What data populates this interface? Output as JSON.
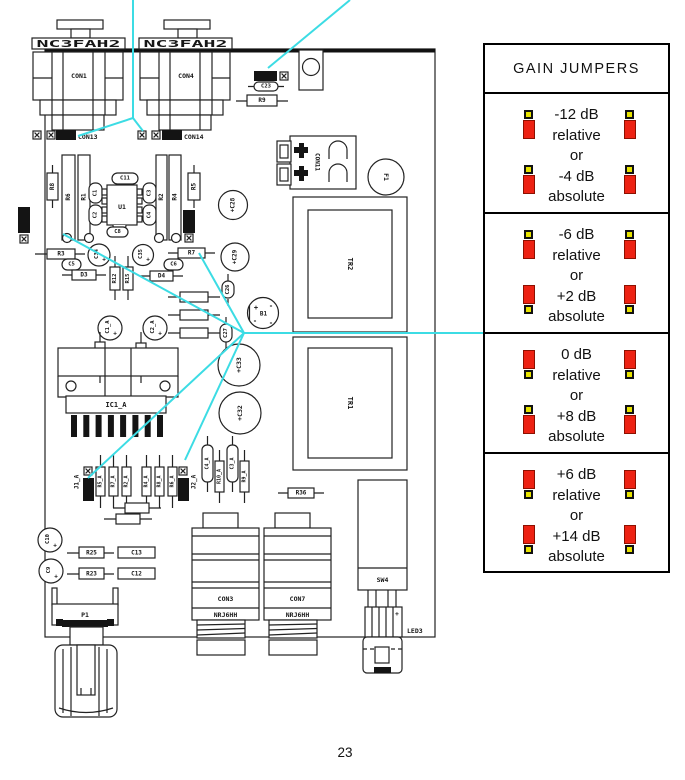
{
  "page": {
    "number": "23"
  },
  "colors": {
    "callout_cyan": "#3cdce4",
    "jumper_red": "#ed2213",
    "pad_yellow": "#e8e400"
  },
  "legend": {
    "title": "GAIN JUMPERS",
    "or_word": "or",
    "rows": [
      {
        "rel_value": "-12 dB",
        "rel_word": "relative",
        "abs_value": "-4 dB",
        "abs_word": "absolute",
        "rel_jumper_pad": "pad-top",
        "abs_jumper_pad": "pad-top"
      },
      {
        "rel_value": "-6 dB",
        "rel_word": "relative",
        "abs_value": "+2 dB",
        "abs_word": "absolute",
        "rel_jumper_pad": "pad-top",
        "abs_jumper_pad": "pad-bottom"
      },
      {
        "rel_value": "0 dB",
        "rel_word": "relative",
        "abs_value": "+8 dB",
        "abs_word": "absolute",
        "rel_jumper_pad": "pad-bottom",
        "abs_jumper_pad": "pad-top"
      },
      {
        "rel_value": "+6 dB",
        "rel_word": "relative",
        "abs_value": "+14 dB",
        "abs_word": "absolute",
        "rel_jumper_pad": "pad-bottom",
        "abs_jumper_pad": "pad-bottom"
      }
    ]
  },
  "board": {
    "labels": {
      "nc3fah2": "NC3FAH2",
      "con1": "CON1",
      "con4": "CON4",
      "c23": "C23",
      "r9": "R9",
      "con13": "CON13",
      "con14": "CON14",
      "con11": "CON11",
      "f1": "F1",
      "tr2": "TR2",
      "tr1": "TR1",
      "c28": "+C28",
      "c29": "+C29",
      "c33": "+C33",
      "c32": "+C32",
      "b1": "B1",
      "plus": "+",
      "minus": "-",
      "c26": "C26",
      "c27": "C27",
      "r8": "R8",
      "r6": "R6",
      "r1": "R1",
      "c1": "C1",
      "c2": "C2",
      "c11": "C11",
      "u1": "U1",
      "c8": "C8",
      "c3": "C3",
      "c4": "C4",
      "r2": "R2",
      "r4": "R4",
      "r5": "R5",
      "r3": "R3",
      "c34": "C34",
      "c35": "C35",
      "c5": "C5",
      "d3": "D3",
      "r12": "R12",
      "r15": "R15",
      "d4": "D4",
      "c6": "C6",
      "r7": "R7",
      "c1a": "C1_A",
      "c2a": "C2_A",
      "r1a": "R1_A",
      "r3a": "R3_A",
      "ic1a": "IC1_A",
      "j1a": "J1_A",
      "r5a": "R5_A",
      "r7a": "R7_A",
      "r2a": "R2_A",
      "r4a": "R4_A",
      "r8a": "R8_A",
      "r6a": "R6_A",
      "j2a": "J2_A",
      "c4a": "C4_A",
      "r10a": "R10_A",
      "c3a": "C3_A",
      "r9a": "R9_A",
      "r36": "R36",
      "c10": "C10",
      "r25": "R25",
      "c13": "C13",
      "c9": "C9",
      "r23": "R23",
      "c12": "C12",
      "p1": "P1",
      "con3": "CON3",
      "con7": "CON7",
      "nrj6hh": "NRJ6HH",
      "sw4": "SW4",
      "led3": "LED3"
    }
  }
}
